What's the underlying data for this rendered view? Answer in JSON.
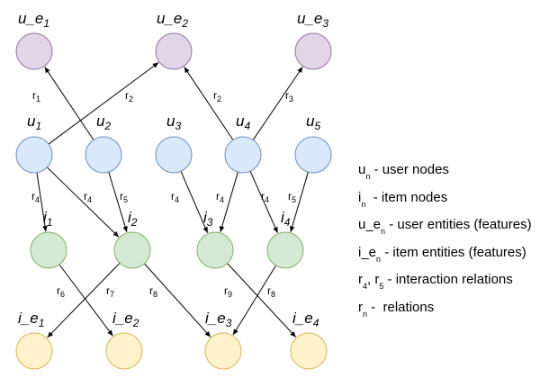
{
  "colors": {
    "user_entity": {
      "fill": "#e1d5e7",
      "stroke": "#9673a6"
    },
    "user": {
      "fill": "#dae8fc",
      "stroke": "#6c8ebf"
    },
    "item": {
      "fill": "#d5e8d4",
      "stroke": "#82b366"
    },
    "item_entity": {
      "fill": "#fff2cc",
      "stroke": "#d6b656"
    }
  },
  "nodes": [
    {
      "id": "ue1",
      "kind": "user_entity",
      "base": "u_e",
      "sub": "1"
    },
    {
      "id": "ue2",
      "kind": "user_entity",
      "base": "u_e",
      "sub": "2"
    },
    {
      "id": "ue3",
      "kind": "user_entity",
      "base": "u_e",
      "sub": "3"
    },
    {
      "id": "u1",
      "kind": "user",
      "base": "u",
      "sub": "1"
    },
    {
      "id": "u2",
      "kind": "user",
      "base": "u",
      "sub": "2"
    },
    {
      "id": "u3",
      "kind": "user",
      "base": "u",
      "sub": "3"
    },
    {
      "id": "u4",
      "kind": "user",
      "base": "u",
      "sub": "4"
    },
    {
      "id": "u5",
      "kind": "user",
      "base": "u",
      "sub": "5"
    },
    {
      "id": "i1",
      "kind": "item",
      "base": "i",
      "sub": "1"
    },
    {
      "id": "i2",
      "kind": "item",
      "base": "i",
      "sub": "2"
    },
    {
      "id": "i3",
      "kind": "item",
      "base": "i",
      "sub": "3"
    },
    {
      "id": "i4",
      "kind": "item",
      "base": "i",
      "sub": "4"
    },
    {
      "id": "ie1",
      "kind": "item_entity",
      "base": "i_e",
      "sub": "1"
    },
    {
      "id": "ie2",
      "kind": "item_entity",
      "base": "i_e",
      "sub": "2"
    },
    {
      "id": "ie3",
      "kind": "item_entity",
      "base": "i_e",
      "sub": "3"
    },
    {
      "id": "ie4",
      "kind": "item_entity",
      "base": "i_e",
      "sub": "4"
    }
  ],
  "edges": [
    {
      "from": "u2",
      "to": "ue1",
      "base": "r",
      "sub": "1"
    },
    {
      "from": "u1",
      "to": "ue2",
      "base": "r",
      "sub": "2"
    },
    {
      "from": "u4",
      "to": "ue2",
      "base": "r",
      "sub": "2"
    },
    {
      "from": "u4",
      "to": "ue3",
      "base": "r",
      "sub": "3"
    },
    {
      "from": "u1",
      "to": "i1",
      "base": "r",
      "sub": "4"
    },
    {
      "from": "u1",
      "to": "i2",
      "base": "r",
      "sub": "4"
    },
    {
      "from": "u2",
      "to": "i2",
      "base": "r",
      "sub": "5"
    },
    {
      "from": "u3",
      "to": "i3",
      "base": "r",
      "sub": "4"
    },
    {
      "from": "u4",
      "to": "i3",
      "base": "r",
      "sub": "4"
    },
    {
      "from": "u4",
      "to": "i4",
      "base": "r",
      "sub": "4"
    },
    {
      "from": "u5",
      "to": "i4",
      "base": "r",
      "sub": "5"
    },
    {
      "from": "i1",
      "to": "ie2",
      "base": "r",
      "sub": "6"
    },
    {
      "from": "i2",
      "to": "ie1",
      "base": "r",
      "sub": "7"
    },
    {
      "from": "i2",
      "to": "ie3",
      "base": "r",
      "sub": "8"
    },
    {
      "from": "i3",
      "to": "ie4",
      "base": "r",
      "sub": "9"
    },
    {
      "from": "i4",
      "to": "ie3",
      "base": "r",
      "sub": "8"
    }
  ],
  "legend": [
    {
      "base": "u",
      "sub": "n",
      "text": " - user nodes"
    },
    {
      "base": "i",
      "sub": "n",
      "text": "  - item nodes"
    },
    {
      "base": "u_e",
      "sub": "n",
      "text": " - user entities (features)"
    },
    {
      "base": "i_e",
      "sub": "n",
      "text": " - item entities (features)"
    },
    {
      "base": "r",
      "sub": "4",
      "extra_base": "r",
      "extra_sub": "5",
      "text": " - interaction relations"
    },
    {
      "base": "r",
      "sub": "n",
      "text": " -  relations"
    }
  ]
}
